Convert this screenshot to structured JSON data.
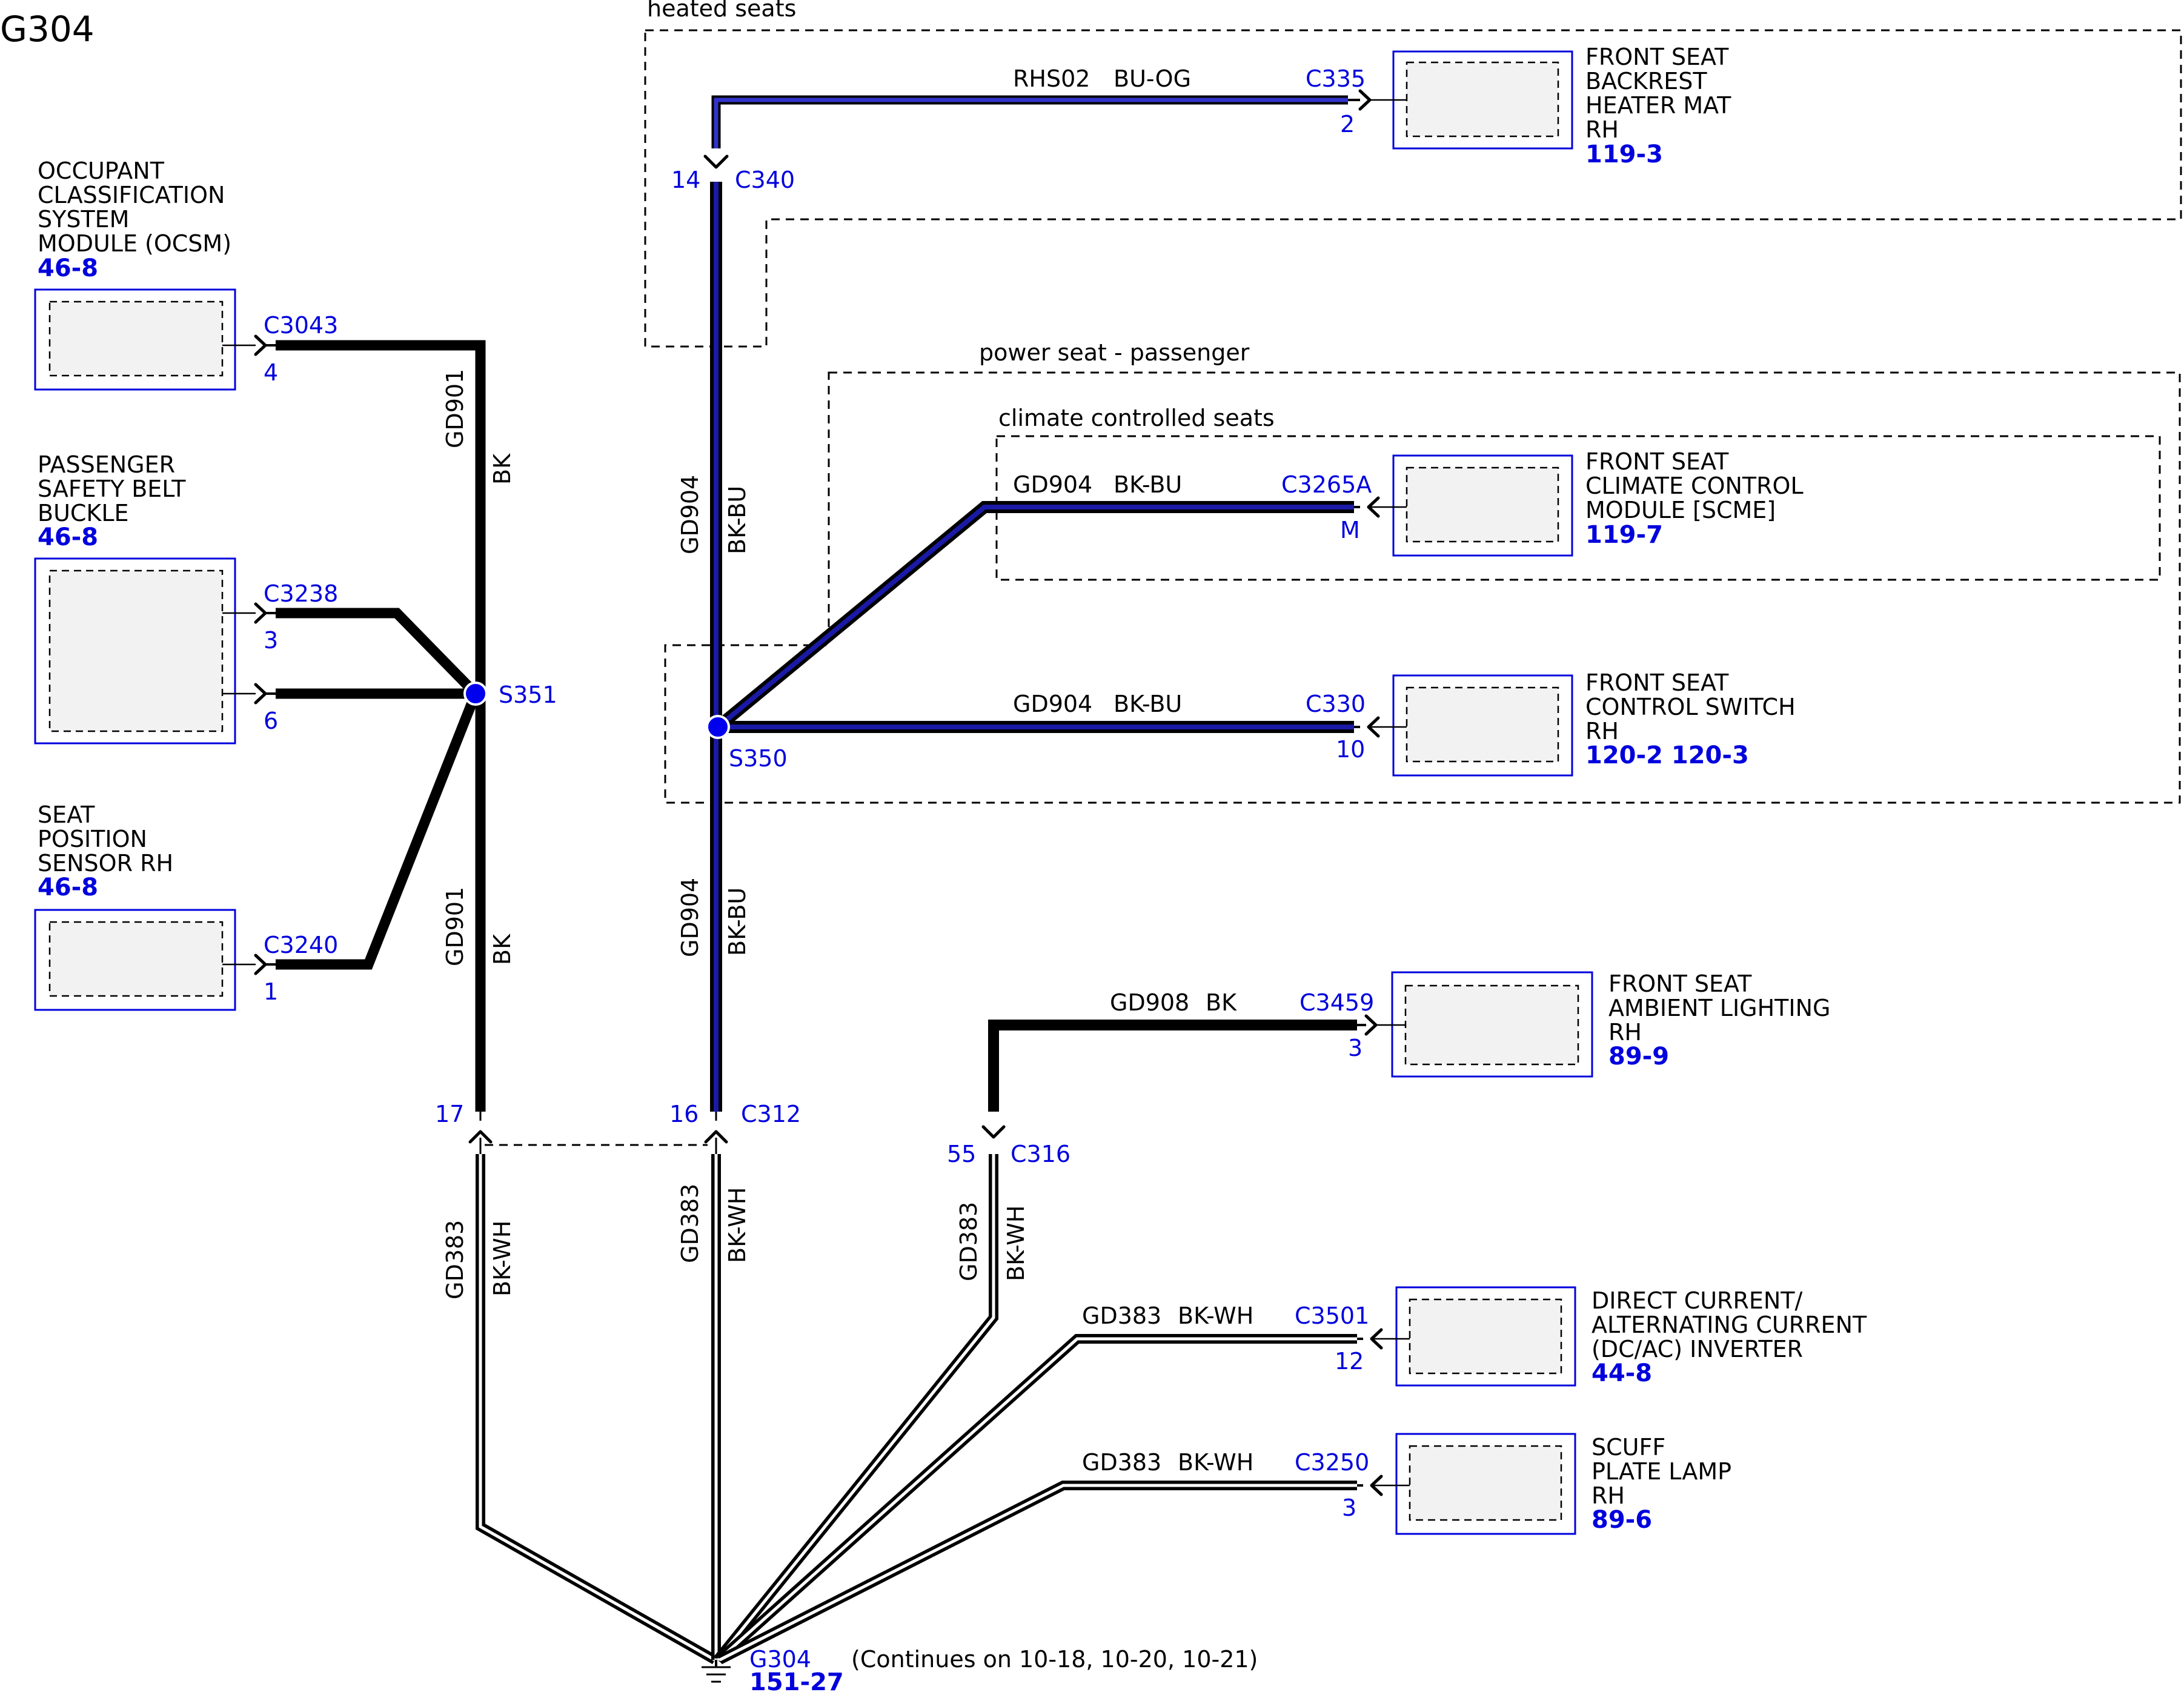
{
  "title": "G304",
  "groups": {
    "heated_seats": "heated seats",
    "power_seat": "power seat - passenger",
    "climate_seats": "climate controlled seats"
  },
  "components": {
    "ocsm": {
      "lines": [
        "OCCUPANT",
        "CLASSIFICATION",
        "SYSTEM",
        "MODULE (OCSM)"
      ],
      "ref": "46-8",
      "connector": "C3043",
      "pin": "4"
    },
    "buckle": {
      "lines": [
        "PASSENGER",
        "SAFETY BELT",
        "BUCKLE"
      ],
      "ref": "46-8",
      "connector": "C3238",
      "pins": [
        "3",
        "6"
      ]
    },
    "seat_pos": {
      "lines": [
        "SEAT",
        "POSITION",
        "SENSOR RH"
      ],
      "ref": "46-8",
      "connector": "C3240",
      "pin": "1"
    },
    "heater_mat": {
      "lines": [
        "FRONT SEAT",
        "BACKREST",
        "HEATER MAT",
        "RH"
      ],
      "ref": "119-3",
      "connector": "C335",
      "pin": "2"
    },
    "scme": {
      "lines": [
        "FRONT SEAT",
        "CLIMATE CONTROL",
        "MODULE [SCME]"
      ],
      "ref": "119-7",
      "connector": "C3265A",
      "pin": "M"
    },
    "seat_switch": {
      "lines": [
        "FRONT SEAT",
        "CONTROL SWITCH",
        "RH"
      ],
      "ref": "120-2 120-3",
      "connector": "C330",
      "pin": "10"
    },
    "ambient": {
      "lines": [
        "FRONT SEAT",
        "AMBIENT LIGHTING",
        "RH"
      ],
      "ref": "89-9",
      "connector": "C3459",
      "pin": "3"
    },
    "inverter": {
      "lines": [
        "DIRECT CURRENT/",
        "ALTERNATING CURRENT",
        "(DC/AC) INVERTER"
      ],
      "ref": "44-8",
      "connector": "C3501",
      "pin": "12"
    },
    "scuff": {
      "lines": [
        "SCUFF",
        "PLATE LAMP",
        "RH"
      ],
      "ref": "89-6",
      "connector": "C3250",
      "pin": "3"
    }
  },
  "inline_connectors": {
    "c340": {
      "name": "C340",
      "pin": "14"
    },
    "c312": {
      "name": "C312",
      "pin_left": "17",
      "pin_right": "16"
    },
    "c316": {
      "name": "C316",
      "pin": "55"
    }
  },
  "splices": {
    "s351": "S351",
    "s350": "S350"
  },
  "wires": {
    "rhs02": {
      "circuit": "RHS02",
      "color": "BU-OG"
    },
    "gd901": {
      "circuit": "GD901",
      "color": "BK"
    },
    "gd904": {
      "circuit": "GD904",
      "color": "BK-BU"
    },
    "gd908": {
      "circuit": "GD908",
      "color": "BK"
    },
    "gd383": {
      "circuit": "GD383",
      "color": "BK-WH"
    }
  },
  "ground": {
    "name": "G304",
    "ref": "151-27",
    "note": "(Continues on 10-18, 10-20, 10-21)"
  },
  "colors": {
    "connector_text": "#0000dd",
    "wire_black": "#000000",
    "wire_blue": "#1a1aa6",
    "box_fill": "#f2f2f2"
  }
}
